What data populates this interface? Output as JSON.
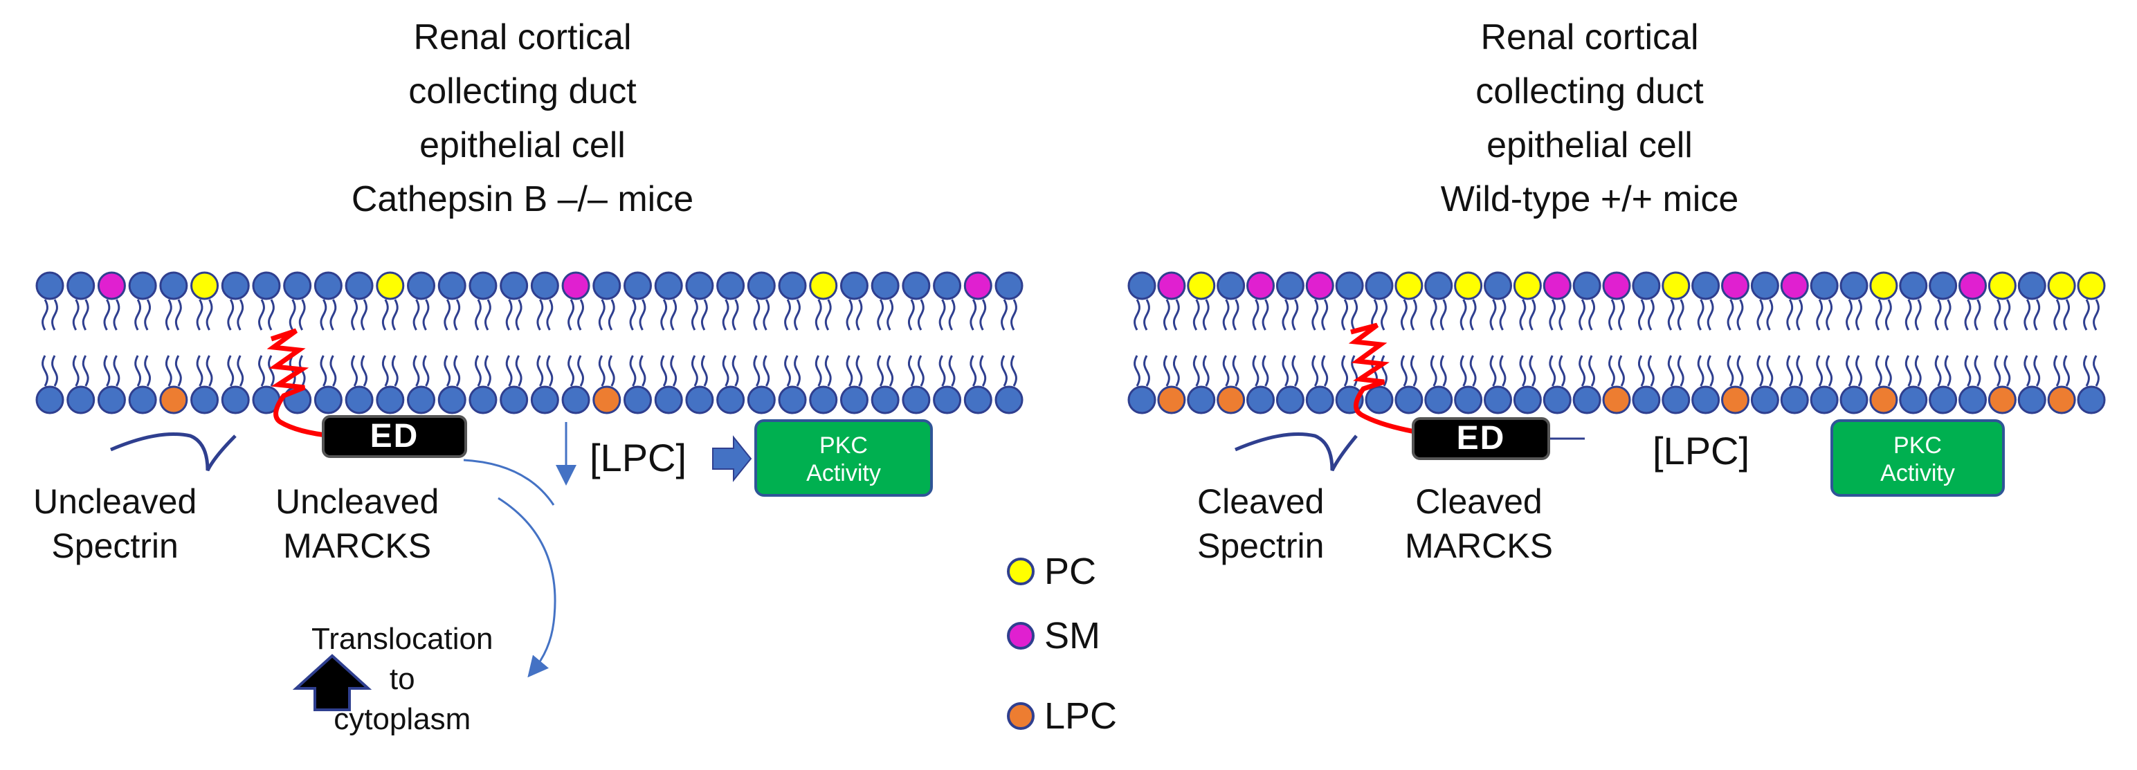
{
  "left_panel": {
    "title_lines": [
      "Renal cortical",
      "collecting duct",
      "epithelial cell",
      "Cathepsin B –/– mice"
    ],
    "spectrin_label_lines": [
      "Uncleaved",
      "Spectrin"
    ],
    "marcks_label_lines": [
      "Uncleaved",
      "MARCKS"
    ],
    "ed_label": "ED",
    "lpc_label": "[LPC]",
    "pkc_label_lines": [
      "PKC",
      "Activity"
    ],
    "translocation_lines": [
      "Translocation",
      "to",
      "cytoplasm"
    ]
  },
  "right_panel": {
    "title_lines": [
      "Renal cortical",
      "collecting duct",
      "epithelial cell",
      "Wild-type +/+ mice"
    ],
    "spectrin_label_lines": [
      "Cleaved",
      "Spectrin"
    ],
    "marcks_label_lines": [
      "Cleaved",
      "MARCKS"
    ],
    "ed_label": "ED",
    "lpc_label": "[LPC]",
    "pkc_label_lines": [
      "PKC",
      "Activity"
    ]
  },
  "legend": [
    {
      "label": "PC",
      "color": "#ffff00"
    },
    {
      "label": "SM",
      "color": "#e020d0"
    },
    {
      "label": "LPC",
      "color": "#ed7d31"
    }
  ],
  "colors": {
    "head_default": "#4472c4",
    "head_outline": "#2f3f8f",
    "tail": "#2f3f8f",
    "helix": "#ff0000",
    "pkc_fill": "#00b050",
    "arrow_blue": "#4472c4"
  },
  "membranes": [
    {
      "top_heads": [
        "d",
        "d",
        "SM",
        "d",
        "d",
        "PC",
        "d",
        "d",
        "d",
        "d",
        "d",
        "PC",
        "d",
        "d",
        "d",
        "d",
        "d",
        "SM",
        "d",
        "d",
        "d",
        "d",
        "d",
        "d",
        "d",
        "PC",
        "d",
        "d",
        "d",
        "d",
        "SM",
        "d"
      ],
      "bottom_heads": [
        "d",
        "d",
        "d",
        "d",
        "LPC",
        "d",
        "d",
        "d",
        "d",
        "d",
        "d",
        "d",
        "d",
        "d",
        "d",
        "d",
        "d",
        "d",
        "LPC",
        "d",
        "d",
        "d",
        "d",
        "d",
        "d",
        "d",
        "d",
        "d",
        "d",
        "d",
        "d",
        "d"
      ]
    },
    {
      "top_heads": [
        "d",
        "SM",
        "PC",
        "d",
        "SM",
        "d",
        "SM",
        "d",
        "d",
        "PC",
        "d",
        "PC",
        "d",
        "PC",
        "SM",
        "d",
        "SM",
        "d",
        "PC",
        "d",
        "SM",
        "d",
        "SM",
        "d",
        "d",
        "PC",
        "d",
        "d",
        "SM",
        "PC",
        "d",
        "PC",
        "PC"
      ],
      "bottom_heads": [
        "d",
        "LPC",
        "d",
        "LPC",
        "d",
        "d",
        "d",
        "d",
        "d",
        "d",
        "d",
        "d",
        "d",
        "d",
        "d",
        "d",
        "LPC",
        "d",
        "d",
        "d",
        "LPC",
        "d",
        "d",
        "d",
        "d",
        "LPC",
        "d",
        "d",
        "d",
        "LPC",
        "d",
        "LPC",
        "d"
      ]
    }
  ]
}
